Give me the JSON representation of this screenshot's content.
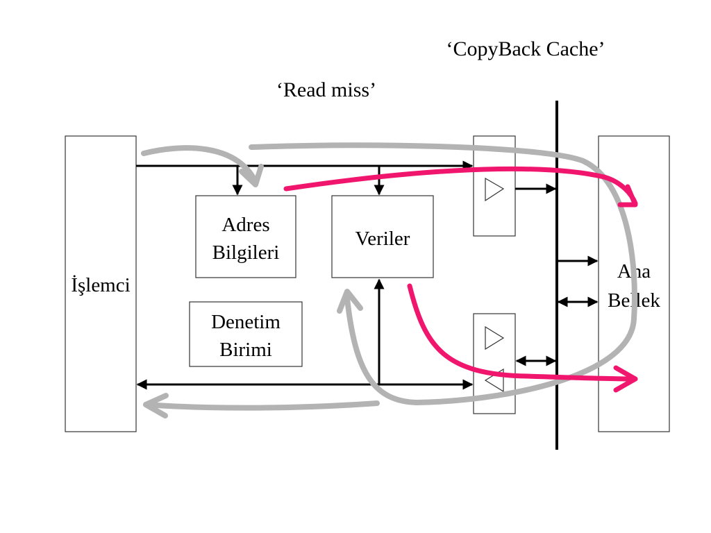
{
  "titles": {
    "copyback": "‘CopyBack Cache’",
    "readmiss": "‘Read miss’"
  },
  "blocks": {
    "processor": "İşlemci",
    "address_line1": "Adres",
    "address_line2": "Bilgileri",
    "data": "Veriler",
    "control_line1": "Denetim",
    "control_line2": "Birimi",
    "memory_line1": "Ana",
    "memory_line2": "Bellek"
  },
  "colors": {
    "read_flow": "#b3b3b3",
    "writeback_flow": "#f0166e",
    "wires": "#000000"
  }
}
